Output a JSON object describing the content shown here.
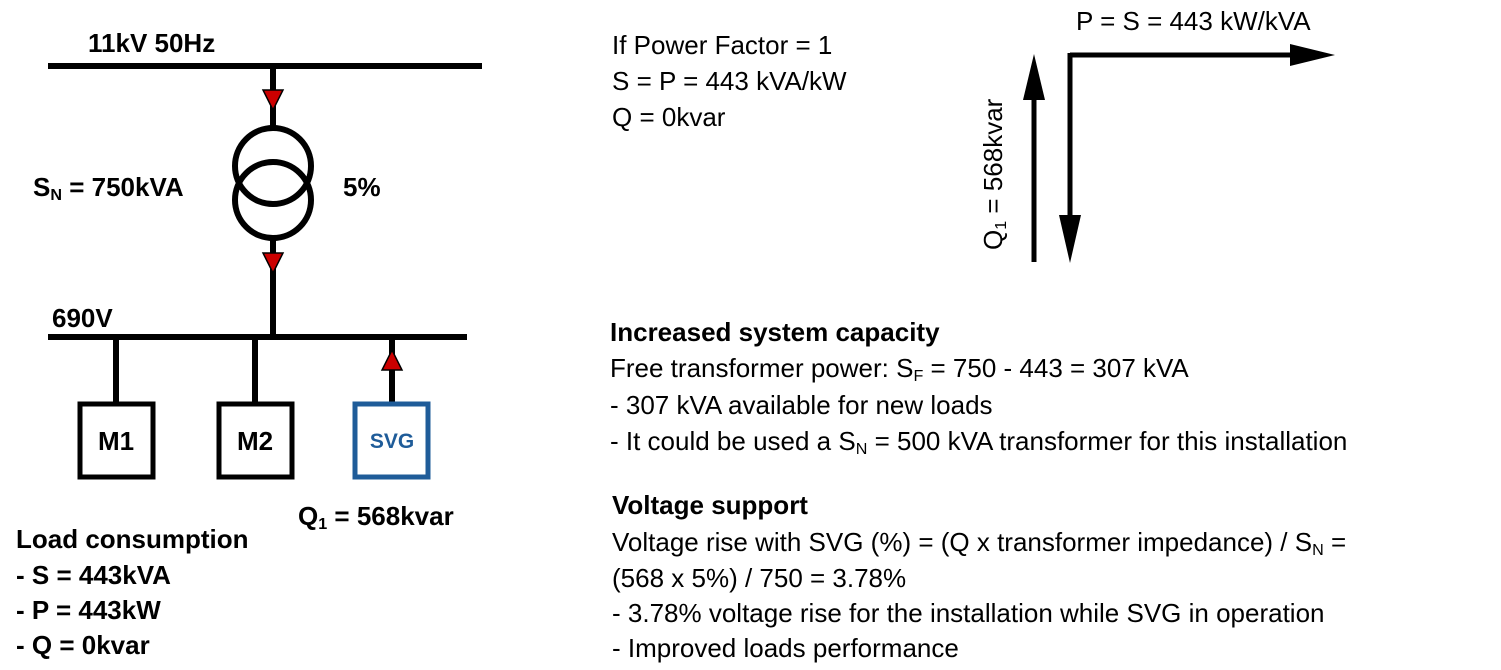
{
  "busbar_hv": {
    "label": "11kV 50Hz"
  },
  "transformer": {
    "rating_prefix": "S",
    "rating_sub": "N",
    "rating_value": " = 750kVA",
    "impedance": "5%"
  },
  "busbar_lv": {
    "label": "690V"
  },
  "loads": [
    "M1",
    "M2"
  ],
  "svg_unit": {
    "label": "SVG",
    "q_prefix": "Q",
    "q_sub": "1",
    "q_value": " = 568kvar",
    "color": "#1f5c99"
  },
  "arrow_color": "#cc0000",
  "load_consumption": {
    "title": "Load consumption",
    "items": [
      "- S = 443kVA",
      "- P = 443kW",
      "- Q = 0kvar"
    ]
  },
  "power_factor": {
    "lines": [
      "If Power Factor = 1",
      "S = P = 443 kVA/kW",
      "Q = 0kvar"
    ]
  },
  "phasor": {
    "p_label": "P = S = 443 kW/kVA",
    "q_prefix": "Q",
    "q_sub": "1",
    "q_value": " = 568kvar"
  },
  "capacity": {
    "title": "Increased system capacity",
    "free_prefix": "Free transformer power: S",
    "free_sub": "F",
    "free_value": " = 750 - 443 = 307 kVA",
    "bullet1": "- 307 kVA available for new loads",
    "bullet2_prefix": "- It could be used a S",
    "bullet2_sub": "N",
    "bullet2_value": " = 500 kVA transformer for this installation"
  },
  "voltage": {
    "title": "Voltage support",
    "line1_prefix": "Voltage rise with SVG (%) = (Q x transformer impedance) / S",
    "line1_sub": "N",
    "line1_value": " =",
    "line2": "(568 x 5%) / 750 = 3.78%",
    "bullet1": "- 3.78% voltage rise for the installation while SVG in operation",
    "bullet2": "- Improved loads performance"
  }
}
